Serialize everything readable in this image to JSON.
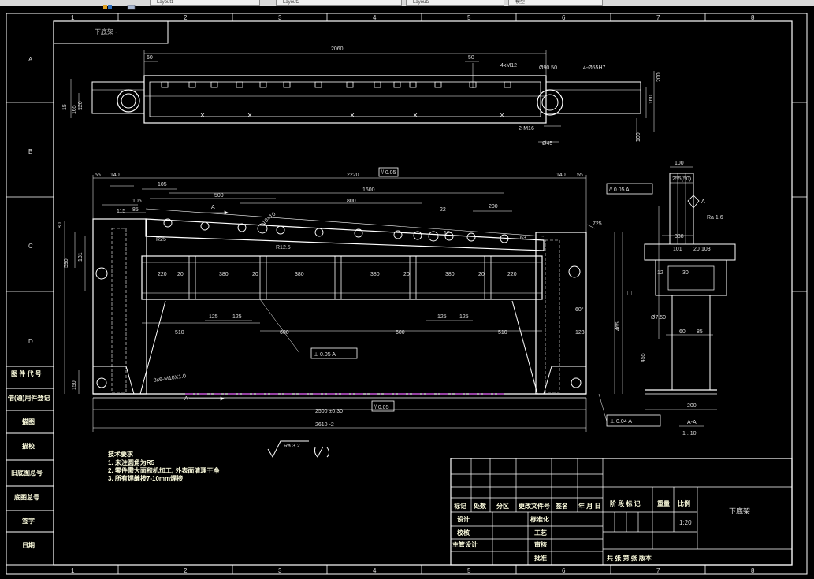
{
  "tabs": [
    {
      "label": "Layout1"
    },
    {
      "label": "Layout2"
    },
    {
      "label": "Layout3"
    },
    {
      "label": "模型"
    }
  ],
  "grid_columns": [
    "1",
    "2",
    "3",
    "4",
    "5",
    "6",
    "7",
    "8"
  ],
  "grid_rows": [
    "A",
    "B",
    "C",
    "D"
  ],
  "corner_box_label": "下底架 -",
  "side_table": [
    "图 件 代 号",
    "借(通)用件登记",
    "描图",
    "描校",
    "旧底图总号",
    "底图总号",
    "签字",
    "日期"
  ],
  "dims": {
    "top_total": "2060",
    "top_left": "60",
    "top_right": "50",
    "holes_label": "4xM12",
    "dia_90": "Ø90.50",
    "dia_55": "4-Ø55H7",
    "bolt_m16": "2-M16",
    "dia_45": "Ø45",
    "left_v1": "15",
    "left_v2": "165",
    "left_v3": "120",
    "right_v1": "160",
    "right_v2": "200",
    "right_v3": "100",
    "front_2220": "2220",
    "flat_1": "// 0.05",
    "d140a": "140",
    "d140b": "140",
    "d55a": "55",
    "d55b": "55",
    "d105a": "105",
    "d105b": "105",
    "d500": "500",
    "d1600": "1600",
    "d800": "800",
    "d200": "200",
    "d85": "85",
    "d115": "115",
    "dR25": "R25",
    "dR125": "R12.5",
    "d10": "10×10",
    "d22": "22",
    "d17": "17",
    "d63": "63",
    "d725": "725",
    "d590": "590",
    "d131": "131",
    "d80": "80",
    "d220a": "220",
    "d220b": "220",
    "d20a": "20",
    "d20b": "20",
    "d20c": "20",
    "d20d": "20",
    "d380a": "380",
    "d380b": "380",
    "d380c": "380",
    "d380d": "380",
    "d125a": "125",
    "d125b": "125",
    "d125c": "125",
    "d125d": "125",
    "d510a": "510",
    "d510b": "510",
    "d600a": "600",
    "d600b": "600",
    "d123": "123",
    "d60deg": "60°",
    "perp1": "⊥ 0.05 A",
    "perp2": "⊥ 0.04 A",
    "par2": "// 0.05 A",
    "par3": "// 0.05",
    "threads": "8x6-M10X1.0",
    "d150": "150",
    "d2500": "2500 ±0.30",
    "d2610": "2610 -2",
    "d465": "465",
    "section_A": "A",
    "sec_100": "100",
    "sec_255": "255(50)",
    "sec_ra": "Ra 1.6",
    "sec_338": "338",
    "sec_101": "101",
    "sec_20": "20",
    "sec_103": "103",
    "sec_12": "12",
    "sec_30": "30",
    "sec_7_50": "Ø7.50",
    "sec_60": "60",
    "sec_85": "85",
    "sec_455": "455",
    "sec_200": "200",
    "sec_aa": "A-A",
    "sec_scale": "1 : 10"
  },
  "notes": {
    "title": "技术要求",
    "line1": "1. 未注圆角为R5",
    "line2": "2. 零件需大面积机加工, 外表面清理干净",
    "line3": "3. 所有焊缝按7-10mm焊接"
  },
  "roughness": "Ra 3.2",
  "title_block": {
    "h_mark": "标记",
    "h_count": "处数",
    "h_zone": "分区",
    "h_docno": "更改文件号",
    "h_sign": "签名",
    "h_date": "年 月 日",
    "r_design": "设计",
    "r_standard": "标准化",
    "r_check": "校核",
    "r_process": "工艺",
    "r_chief": "主管设计",
    "r_review": "审核",
    "r_approve": "批准",
    "stage": "阶 段 标 记",
    "weight": "重量",
    "scale_label": "比例",
    "scale": "1:20",
    "sheets": "共  张   第  张   版本",
    "part_name": "下底架"
  }
}
